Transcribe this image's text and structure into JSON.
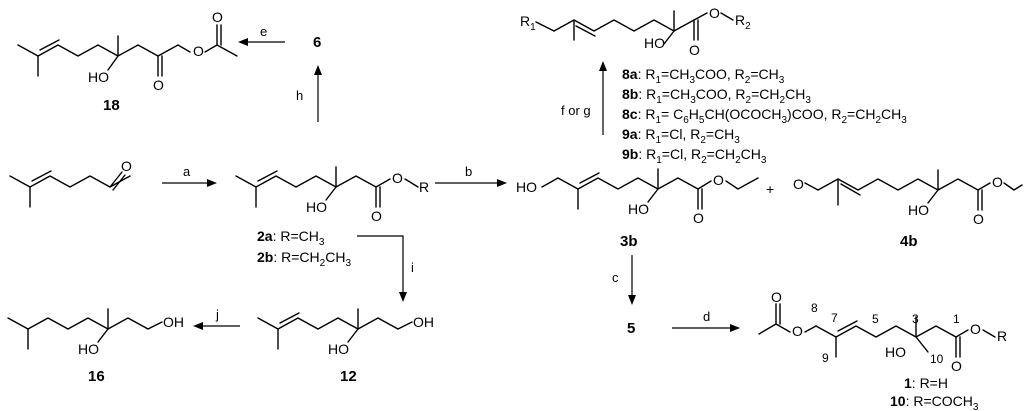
{
  "compounds": {
    "c18": "18",
    "c6": "6",
    "c3b": "3b",
    "c4b": "4b",
    "c5": "5",
    "c12": "12",
    "c16": "16",
    "c2a": "2a",
    "c2b": "2b",
    "c8a": "8a",
    "c8b": "8b",
    "c8c": "8c",
    "c9a": "9a",
    "c9b": "9b",
    "c1": "1",
    "c10": "10"
  },
  "reagents": {
    "a": "a",
    "b": "b",
    "c": "c",
    "d": "d",
    "e": "e",
    "fg": "f or g",
    "h": "h",
    "i": "i",
    "j": "j"
  },
  "atoms": {
    "O": "O",
    "R": "R",
    "HO": "HO",
    "OH": "OH",
    "R1": "R",
    "R2": "R",
    "plus": "+"
  },
  "subscripts": {
    "one": "1",
    "two": "2"
  },
  "substituents": {
    "2a": ": R=CH",
    "2a_sub": "3",
    "2b": ": R=CH",
    "2b_sub1": "2",
    "2b_mid": "CH",
    "2b_sub2": "3",
    "8a": ": R",
    "8a_mid": "=CH",
    "8a_sub3": "3",
    "8a_rest": "COO, R",
    "8a_end": "=CH",
    "8b": ": R",
    "8b_mid": "=CH",
    "8b_sub3": "3",
    "8b_rest": "COO, R",
    "8b_end": "=CH",
    "8b_end2": "CH",
    "8c": ": R",
    "8c_mid": "= C",
    "8c_sub6": "6",
    "8c_h": "H",
    "8c_sub5": "5",
    "8c_rest": "CH(OCOCH",
    "8c_rest2": ")COO, R",
    "8c_end": "=CH",
    "8c_end2": "CH",
    "9a": ": R",
    "9a_mid": "=Cl, R",
    "9a_end": "=CH",
    "9b": ": R",
    "9b_mid": "=Cl, R",
    "9b_end": "=CH",
    "9b_end2": "CH",
    "c1": ": R=H",
    "c10": ": R=COCH",
    "c10_sub": "3"
  },
  "locants": {
    "l1": "1",
    "l3": "3",
    "l5": "5",
    "l7": "7",
    "l8": "8",
    "l9": "9",
    "l10": "10"
  }
}
